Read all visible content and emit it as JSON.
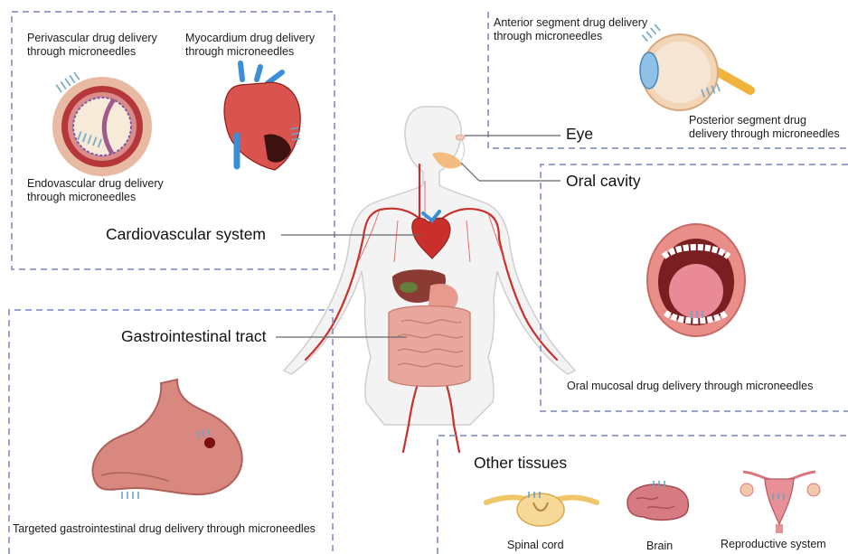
{
  "systems": {
    "cardio": "Cardiovascular system",
    "gi": "Gastrointestinal tract",
    "eye": "Eye",
    "oral": "Oral cavity",
    "other": "Other tissues"
  },
  "cardio_box": {
    "perivascular_l1": "Perivascular drug delivery",
    "perivascular_l2": "through microneedles",
    "myocardium_l1": "Myocardium drug delivery",
    "myocardium_l2": "through microneedles",
    "endovascular_l1": "Endovascular drug delivery",
    "endovascular_l2": "through microneedles"
  },
  "eye_box": {
    "anterior_l1": "Anterior segment drug delivery",
    "anterior_l2": "through microneedles",
    "posterior_l1": "Posterior segment drug",
    "posterior_l2": "delivery through microneedles"
  },
  "oral_box": {
    "caption": "Oral mucosal drug delivery through microneedles"
  },
  "gi_box": {
    "caption": "Targeted gastrointestinal drug delivery through microneedles"
  },
  "other_box": {
    "spinal": "Spinal cord",
    "brain": "Brain",
    "reproductive": "Reproductive system"
  },
  "colors": {
    "dash": "#9aa2d4",
    "vessel_red": "#c9302c",
    "vein_blue": "#3a8fd6",
    "tissue_pink": "#e79b8f",
    "needle_blue": "#7fb2cf"
  }
}
